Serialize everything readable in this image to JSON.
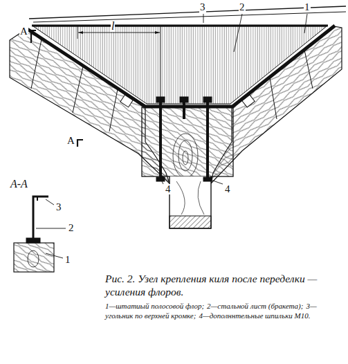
{
  "diagram": {
    "caption": "Рис. 2. Узел крепления киля после переделки — усиления флоров.",
    "labels": [
      "А",
      "l",
      "3",
      "2",
      "1",
      "А",
      "А-А",
      "3",
      "2",
      "1",
      "4",
      "4",
      "1—штатиый полосовой флор;",
      "2—стальной лист (бракета);",
      "3—угольник по верхней кромке;",
      "4—дополннтельные шпильки М10."
    ]
  }
}
